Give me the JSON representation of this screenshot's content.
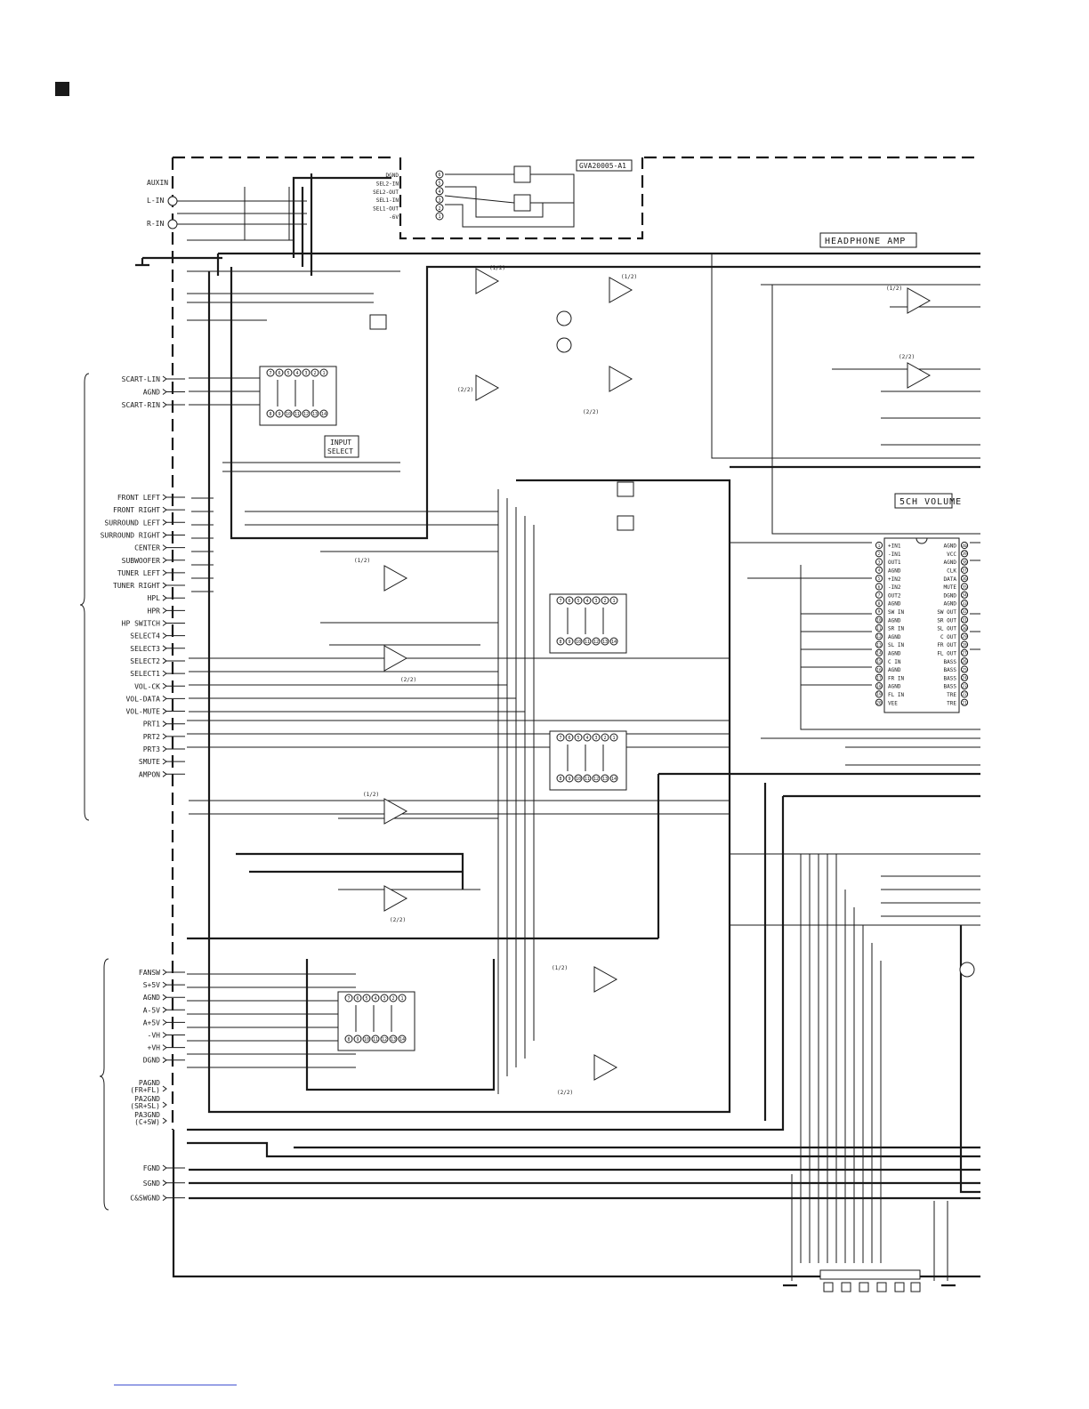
{
  "board": {
    "module_id": "GVA20005-A1",
    "section_labels": {
      "headphone_amp": "HEADPHONE  AMP",
      "input_select": [
        "INPUT",
        "SELECT"
      ],
      "volume": "5CH VOLUME"
    },
    "aux": {
      "title": "AUXIN",
      "inputs": [
        "L-IN",
        "R-IN"
      ]
    },
    "aux_connector_pins": [
      {
        "num": "6",
        "name": "DGND"
      },
      {
        "num": "5",
        "name": "SEL2-IN"
      },
      {
        "num": "4",
        "name": "SEL2-OUT"
      },
      {
        "num": "3",
        "name": "SEL1-IN"
      },
      {
        "num": "2",
        "name": "SEL1-OUT"
      },
      {
        "num": "1",
        "name": "-6V"
      }
    ],
    "signal_inputs": [
      "SCART-LIN",
      "AGND",
      "SCART-RIN"
    ],
    "left_signals": [
      "FRONT LEFT",
      "FRONT RIGHT",
      "SURROUND LEFT",
      "SURROUND RIGHT",
      "CENTER",
      "SUBWOOFER",
      "TUNER LEFT",
      "TUNER RIGHT",
      "HPL",
      "HPR",
      "HP SWITCH",
      "SELECT4",
      "SELECT3",
      "SELECT2",
      "SELECT1",
      "VOL-CK",
      "VOL-DATA",
      "VOL-MUTE",
      "PRT1",
      "PRT2",
      "PRT3",
      "SMUTE",
      "AMPON"
    ],
    "power_signals": [
      "FANSW",
      "S+5V",
      "AGND",
      "A-5V",
      "A+5V",
      "-VH",
      "+VH",
      "DGND"
    ],
    "pa_grounds": [
      [
        "PAGND",
        "(FR+FL)"
      ],
      [
        "PA2GND",
        "(SR+SL)"
      ],
      [
        "PA3GND",
        "(C+SW)"
      ]
    ],
    "grounds": [
      "FGND",
      "SGND",
      "C&SWGND"
    ],
    "volume_ic": {
      "left_pins": [
        {
          "num": "1",
          "name": "+IN1"
        },
        {
          "num": "2",
          "name": "-IN1"
        },
        {
          "num": "3",
          "name": "OUT1"
        },
        {
          "num": "4",
          "name": "AGND"
        },
        {
          "num": "5",
          "name": "+IN2"
        },
        {
          "num": "6",
          "name": "-IN2"
        },
        {
          "num": "7",
          "name": "OUT2"
        },
        {
          "num": "8",
          "name": "AGND"
        },
        {
          "num": "9",
          "name": "SW IN"
        },
        {
          "num": "10",
          "name": "AGND"
        },
        {
          "num": "11",
          "name": "SR IN"
        },
        {
          "num": "12",
          "name": "AGND"
        },
        {
          "num": "13",
          "name": "SL IN"
        },
        {
          "num": "14",
          "name": "AGND"
        },
        {
          "num": "15",
          "name": "C IN"
        },
        {
          "num": "16",
          "name": "AGND"
        },
        {
          "num": "17",
          "name": "FR IN"
        },
        {
          "num": "18",
          "name": "AGND"
        },
        {
          "num": "19",
          "name": "FL IN"
        },
        {
          "num": "20",
          "name": "VEE"
        }
      ],
      "right_pins": [
        {
          "num": "40",
          "name": "AGND"
        },
        {
          "num": "39",
          "name": "VCC"
        },
        {
          "num": "38",
          "name": "AGND"
        },
        {
          "num": "37",
          "name": "CLK"
        },
        {
          "num": "36",
          "name": "DATA"
        },
        {
          "num": "35",
          "name": "MUTE"
        },
        {
          "num": "34",
          "name": "DGND"
        },
        {
          "num": "33",
          "name": "AGND"
        },
        {
          "num": "32",
          "name": "SW OUT"
        },
        {
          "num": "31",
          "name": "SR OUT"
        },
        {
          "num": "30",
          "name": "SL OUT"
        },
        {
          "num": "29",
          "name": "C OUT"
        },
        {
          "num": "28",
          "name": "FR OUT"
        },
        {
          "num": "27",
          "name": "FL OUT"
        },
        {
          "num": "26",
          "name": "BASS"
        },
        {
          "num": "25",
          "name": "BASS"
        },
        {
          "num": "24",
          "name": "BASS"
        },
        {
          "num": "23",
          "name": "BASS"
        },
        {
          "num": "22",
          "name": "TRE"
        },
        {
          "num": "21",
          "name": "TRE"
        }
      ]
    },
    "opamp_labels": {
      "first_half": "(1/2)",
      "second_half": "(2/2)"
    },
    "switch_ic_pins_top": [
      "7",
      "6",
      "5",
      "4",
      "3",
      "2",
      "1"
    ],
    "switch_ic_pins_bottom": [
      "8",
      "9",
      "10",
      "11",
      "12",
      "13",
      "14"
    ]
  }
}
